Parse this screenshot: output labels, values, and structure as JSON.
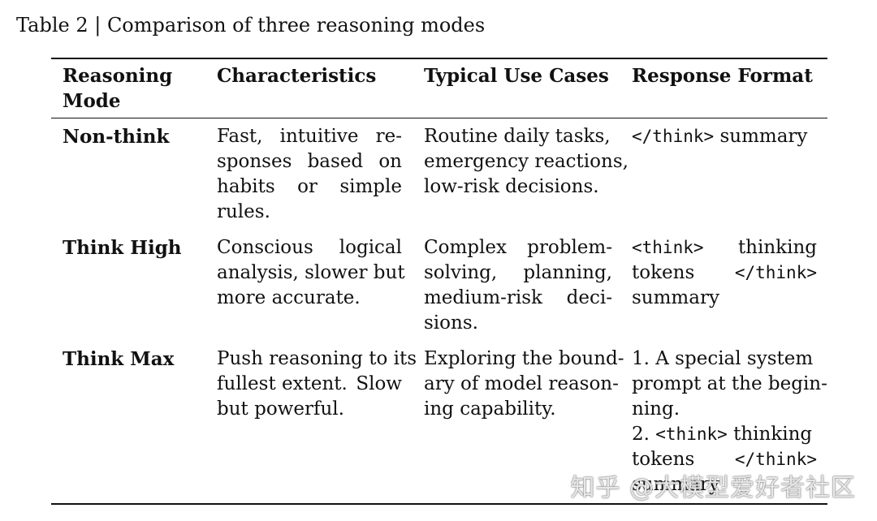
{
  "caption": "Table 2 | Comparison of three reasoning modes",
  "headers": {
    "mode": [
      "Reasoning",
      "Mode"
    ],
    "characteristics": "Characteristics",
    "use_cases": "Typical Use Cases",
    "response_format": "Response Format"
  },
  "rows": [
    {
      "mode": "Non-think",
      "characteristics": [
        [
          "Fast,",
          "intuitive",
          "re-"
        ],
        [
          "sponses",
          "based",
          "on"
        ],
        [
          "habits",
          "or",
          "simple"
        ],
        [
          "rules."
        ]
      ],
      "use_cases": [
        [
          "Routine daily tasks,"
        ],
        [
          "emergency reactions,"
        ],
        [
          "low-risk decisions."
        ]
      ],
      "response_format": [
        {
          "code": "</think>",
          "text": " summary"
        }
      ]
    },
    {
      "mode": "Think High",
      "characteristics": [
        [
          "Conscious",
          "logical"
        ],
        [
          "analysis, slower but"
        ],
        [
          "more accurate."
        ]
      ],
      "use_cases": [
        [
          "Complex",
          "problem-"
        ],
        [
          "solving,",
          "planning,"
        ],
        [
          "medium-risk",
          "deci-"
        ],
        [
          "sions."
        ]
      ],
      "response_format_lines": [
        {
          "code": "<think>",
          "text": "thinking"
        },
        {
          "text": "tokens",
          "code": "</think>"
        },
        {
          "text": "summary"
        }
      ]
    },
    {
      "mode": "Think Max",
      "characteristics": [
        [
          "Push reasoning to its"
        ],
        [
          "fullest extent.",
          "Slow"
        ],
        [
          "but powerful."
        ]
      ],
      "use_cases": [
        [
          "Exploring the bound-"
        ],
        [
          "ary of model reason-"
        ],
        [
          "ing capability."
        ]
      ],
      "response_format_lines": [
        {
          "text": "1.  A special system"
        },
        {
          "text": "prompt at the begin-"
        },
        {
          "text": "ning."
        },
        {
          "prefix": "2. ",
          "code": "<think>",
          "text": " thinking"
        },
        {
          "text": "tokens",
          "code": "</think>"
        },
        {
          "text": "summary"
        }
      ]
    }
  ],
  "watermark": "知乎 @大模型爱好者社区"
}
